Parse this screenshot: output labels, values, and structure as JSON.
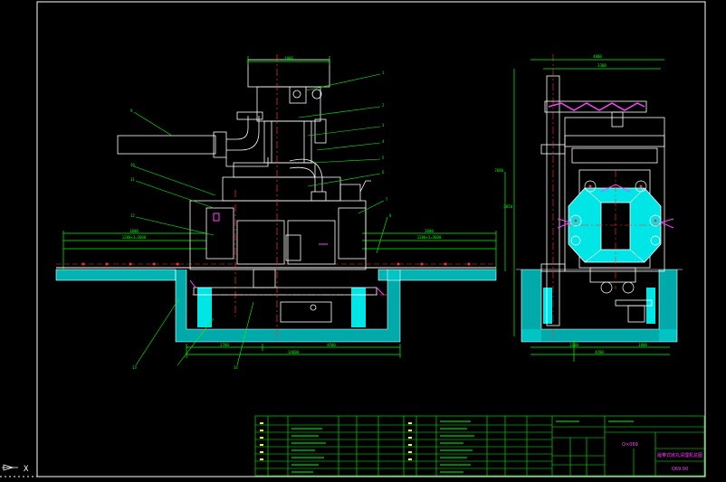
{
  "drawing": {
    "background": "#000000",
    "colors": {
      "frame": "#ffffff",
      "outline": "#ffffff",
      "dimension": "#00ff00",
      "centerline": "#ff3030",
      "concrete": "#00e5e5",
      "pipe_magenta": "#ff40ff",
      "titleblock": "#00ff00",
      "accent_yellow": "#ffff00"
    },
    "front_view": {
      "dims": {
        "top_width": "1800",
        "rail_left": "3600",
        "rail_left_sub": "1200×3=3600",
        "rail_right": "3600",
        "rail_right_sub": "1200×3=3600",
        "base_left": "2700",
        "base_mid": "4500",
        "base_total": "14000"
      },
      "leader_labels": [
        "1",
        "2",
        "3",
        "4",
        "5",
        "6",
        "7",
        "8",
        "9",
        "10",
        "11",
        "12",
        "13",
        "14"
      ]
    },
    "side_view": {
      "dims": {
        "top_width": "4800",
        "inner_width": "3300",
        "height_1": "3850",
        "height_2": "7680",
        "base_left": "2100",
        "base_right": "1800",
        "base_total": "4200"
      }
    },
    "title_block": {
      "title": "Q×069",
      "product_name": "履带式抛丸清理机总图",
      "drawing_no": "Q69.00"
    },
    "ucs_icon": {
      "x_label": "X"
    }
  }
}
